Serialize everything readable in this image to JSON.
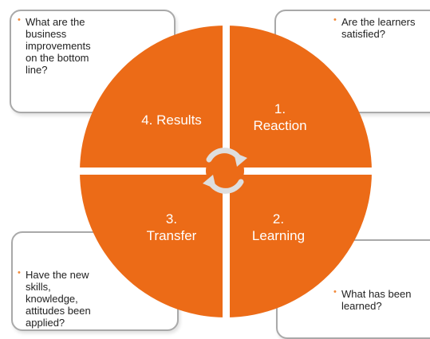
{
  "colors": {
    "accent": "#ec6b17",
    "divider": "#ffffff",
    "box_border": "#a9a9a9",
    "bullet": "#f28a3a",
    "arrow": "#dedede"
  },
  "quadrants": {
    "results": {
      "number": "4.",
      "label": "Results"
    },
    "reaction": {
      "number": "1.",
      "label": "Reaction"
    },
    "learning": {
      "number": "2.",
      "label": "Learning"
    },
    "transfer": {
      "number": "3.",
      "label": "Transfer"
    }
  },
  "callouts": {
    "top_left": {
      "bullet": "•",
      "lines": [
        "What are the",
        "business",
        "improvements",
        "on the bottom",
        "line?"
      ]
    },
    "top_right": {
      "bullet": "•",
      "lines": [
        "Are the learners",
        "satisfied?"
      ]
    },
    "bottom_left": {
      "bullet": "•",
      "lines": [
        "Have the new",
        "skills,",
        "knowledge,",
        "attitudes been",
        "applied?"
      ]
    },
    "bottom_right": {
      "bullet": "•",
      "lines": [
        "What has been",
        "learned?"
      ]
    }
  },
  "center_icon": "cycle-arrows-icon"
}
